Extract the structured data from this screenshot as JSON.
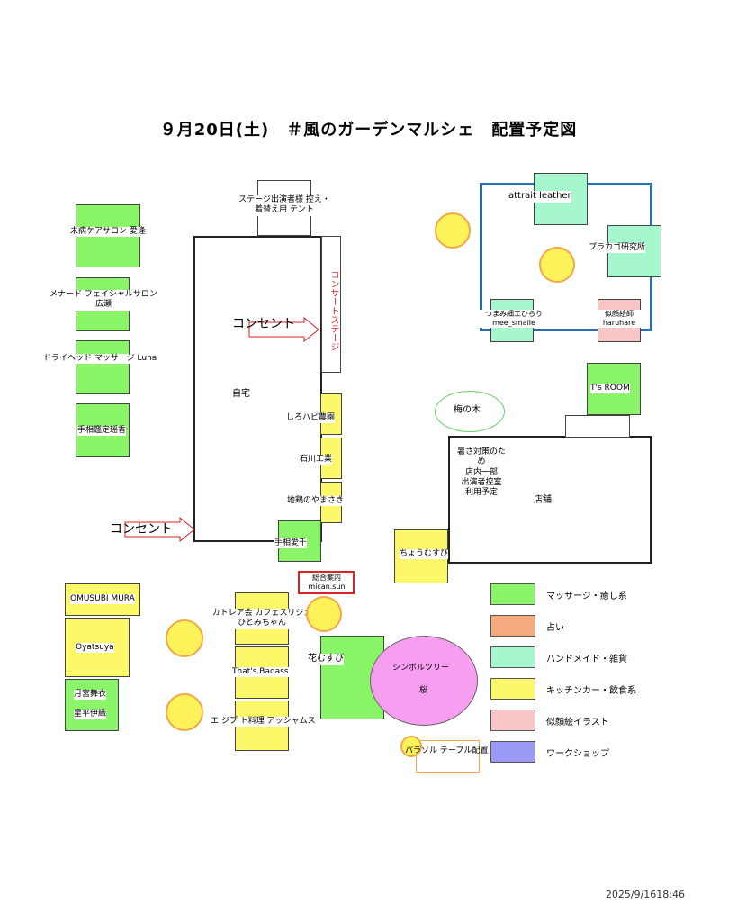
{
  "title": "９月20日(土)　＃風のガーデンマルシェ　配置予定図",
  "stage_tent": "ステージ出演者様 控え・\n着替え用 テント",
  "concert_stage": "コンサートステージ",
  "home": "自宅",
  "outlet_1": "コンセント",
  "outlet_2": "コンセント",
  "left_column": {
    "mibyo": "未病ケアサロン 愛逢",
    "menard": "メナード フェイシャルサロン\n広瀬",
    "dryhead": "ドライヘッド マッサージ Luna",
    "tesou_yoko": "手相鑑定瑶香"
  },
  "food_column": {
    "shirohapi": "しろハピ農園",
    "ishikawa": "石川工業",
    "jidori": "地鶏のやまさき",
    "tesou_aichi": "手相愛千"
  },
  "info_booth": "総合案内\nmican.sun",
  "bottom_left": {
    "omusubi": "OMUSUBI MURA",
    "oyatsuya": "Oyatsuya",
    "tsukimiya": "月宮舞衣",
    "hoshihira": "星平伊織"
  },
  "center_column": {
    "cattleya": "カトレア会 カフェスリジェ\nひとみちゃん",
    "badass": "That's Badass",
    "egypt": "エ ジプ ト料理 アッシャムス"
  },
  "hanamusubi": "花むすび",
  "symbol_tree": "シンボルツリー",
  "sakura": "桜",
  "parasol": "パラソル テーブル配置",
  "choumusubi": "ちょうむすび",
  "shop": "店舗",
  "shop_note": "暑さ対策のた\nめ\n店内一部\n出演者控室\n利用予定",
  "ume_tree": "梅の木",
  "ts_room": "T's ROOM",
  "handmade_area": {
    "attrait": "attrait leather",
    "plakago": "プラカゴ研究所",
    "tsumami": "つまみ細工ひらり\nmee_smaile",
    "nigaoe": "似顔絵師\nharuhare"
  },
  "legend": [
    {
      "label": "マッサージ・癒し系",
      "color": "#8bf56a"
    },
    {
      "label": "占い",
      "color": "#f5a97f"
    },
    {
      "label": "ハンドメイド・雑貨",
      "color": "#a6f7cd"
    },
    {
      "label": "キッチンカー・飲食系",
      "color": "#fdf86a"
    },
    {
      "label": "似顔絵イラスト",
      "color": "#f9c6c8"
    },
    {
      "label": "ワークショップ",
      "color": "#9a9af5"
    }
  ],
  "timestamp": "2025/9/1618:46"
}
